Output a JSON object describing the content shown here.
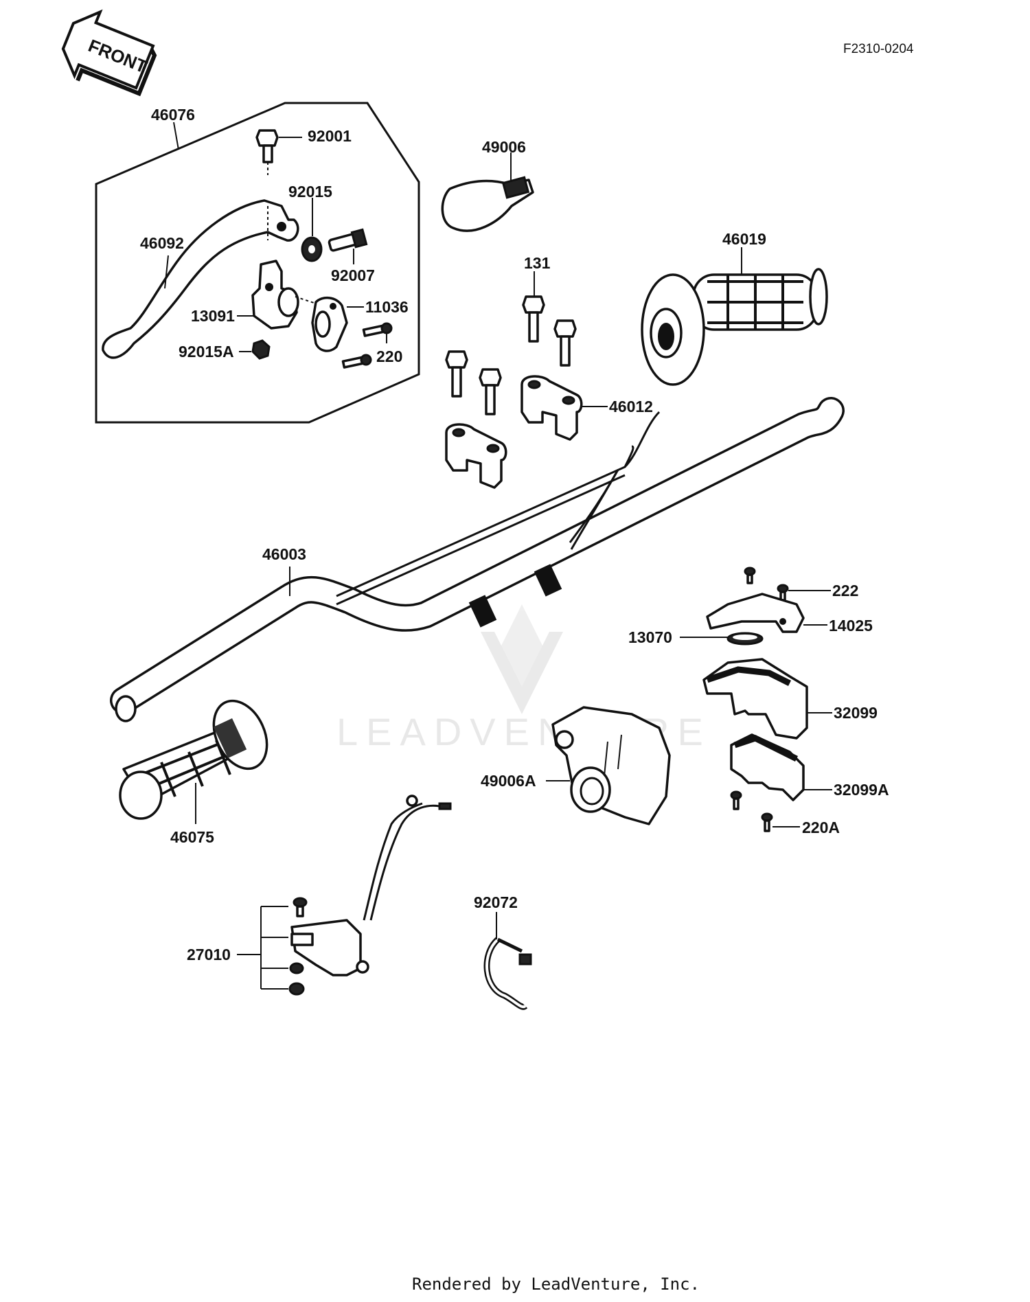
{
  "diagram": {
    "code": "F2310-0204",
    "front_label": "FRONT",
    "watermark": "LEADVENTURE",
    "footer": "Rendered by LeadVenture, Inc.",
    "labels": {
      "p46076": "46076",
      "p92001": "92001",
      "p92015": "92015",
      "p46092": "46092",
      "p92007": "92007",
      "p13091": "13091",
      "p11036": "11036",
      "p92015A": "92015A",
      "p220": "220",
      "p49006": "49006",
      "p131": "131",
      "p46019": "46019",
      "p46012": "46012",
      "p46003": "46003",
      "p222": "222",
      "p14025": "14025",
      "p13070": "13070",
      "p32099": "32099",
      "p49006A": "49006A",
      "p32099A": "32099A",
      "p220A": "220A",
      "p46075": "46075",
      "p92072": "92072",
      "p27010": "27010"
    }
  }
}
